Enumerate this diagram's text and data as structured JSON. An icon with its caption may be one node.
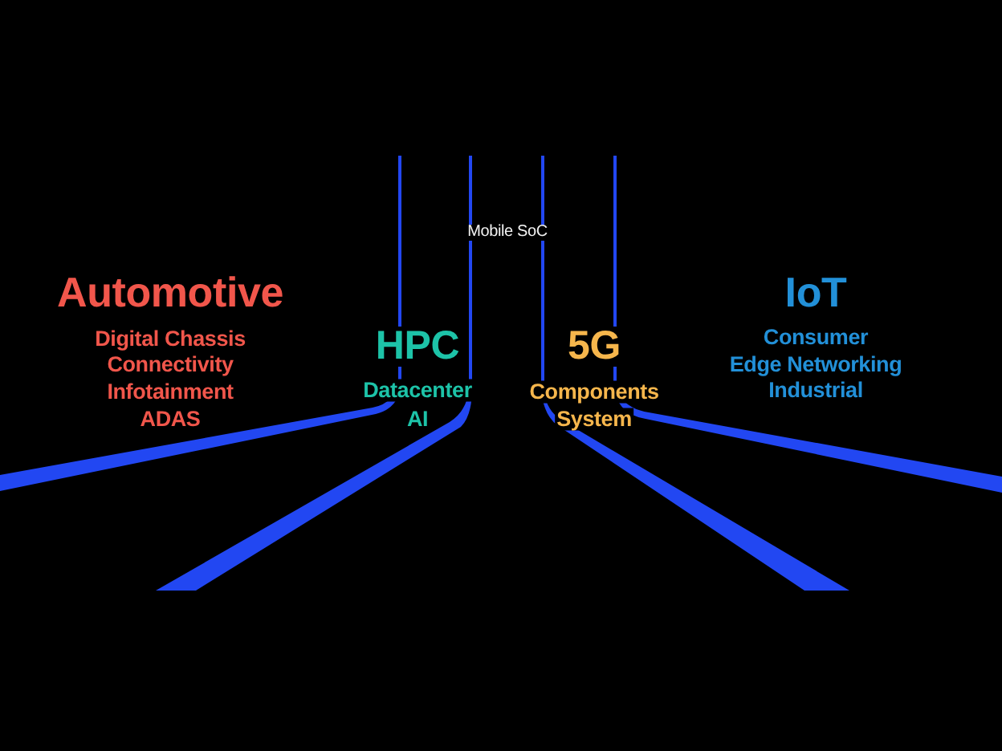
{
  "diagram": {
    "labels": [
      "Mobile SoC",
      "Automotive",
      "Digital Chassis",
      "Connectivity",
      "Infotainment",
      "ADAS",
      "HPC",
      "Datacenter",
      "AI",
      "5G",
      "Components",
      "System",
      "IoT",
      "Consumer",
      "Edge Networking",
      "Industrial"
    ]
  }
}
